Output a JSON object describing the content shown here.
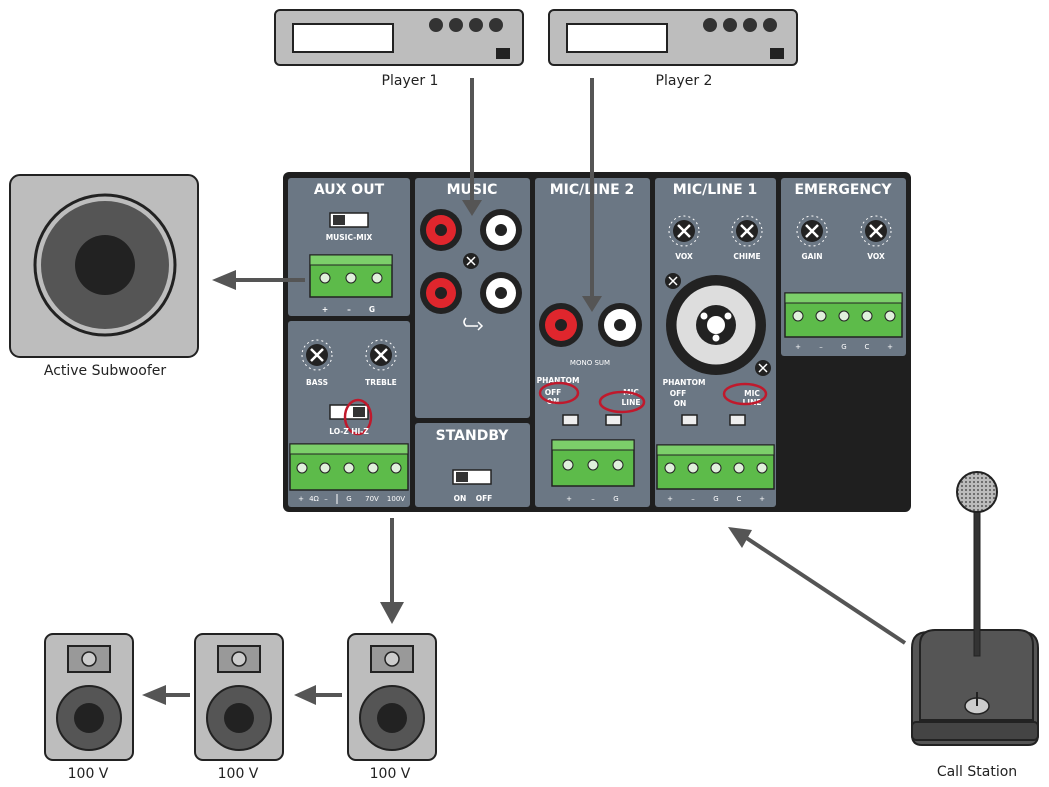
{
  "devices": {
    "player1": "Player 1",
    "player2": "Player 2",
    "subwoofer": "Active Subwoofer",
    "speaker1": "100 V",
    "speaker2": "100 V",
    "speaker3": "100 V",
    "call_station": "Call Station"
  },
  "sections": {
    "aux_out": {
      "title": "AUX OUT",
      "switch_label": "MUSIC-MIX",
      "term_plus": "+",
      "term_minus": "–",
      "term_g": "G"
    },
    "tone": {
      "bass": "BASS",
      "treble": "TREBLE",
      "lo_z": "LO-Z",
      "hi_z": "HI-Z",
      "terms": [
        "+",
        "4Ω",
        "–",
        "G",
        "70V",
        "100V"
      ]
    },
    "music": {
      "title": "MUSIC"
    },
    "standby": {
      "title": "STANDBY",
      "on": "ON",
      "off": "OFF"
    },
    "mic_line_2": {
      "title": "MIC/LINE 2",
      "mono_sum": "MONO SUM",
      "phantom": "PHANTOM",
      "off": "OFF",
      "on": "ON",
      "mic": "MIC",
      "line": "LINE",
      "terms": [
        "+",
        "–",
        "G"
      ]
    },
    "mic_line_1": {
      "title": "MIC/LINE 1",
      "vox": "VOX",
      "chime": "CHIME",
      "phantom": "PHANTOM",
      "off": "OFF",
      "on": "ON",
      "mic": "MIC",
      "line": "LINE",
      "terms": [
        "+",
        "–",
        "G",
        "C",
        "+"
      ]
    },
    "emergency": {
      "title": "EMERGENCY",
      "gain": "GAIN",
      "vox": "VOX",
      "terms": [
        "+",
        "–",
        "G",
        "C",
        "+"
      ]
    }
  },
  "colors": {
    "panel": "#6b7784",
    "panel_border": "#1f1f1f",
    "device_gray": "#bdbdbd",
    "terminal_green": "#5dbb4a",
    "arrow": "#555555",
    "highlight": "#c0192c"
  }
}
